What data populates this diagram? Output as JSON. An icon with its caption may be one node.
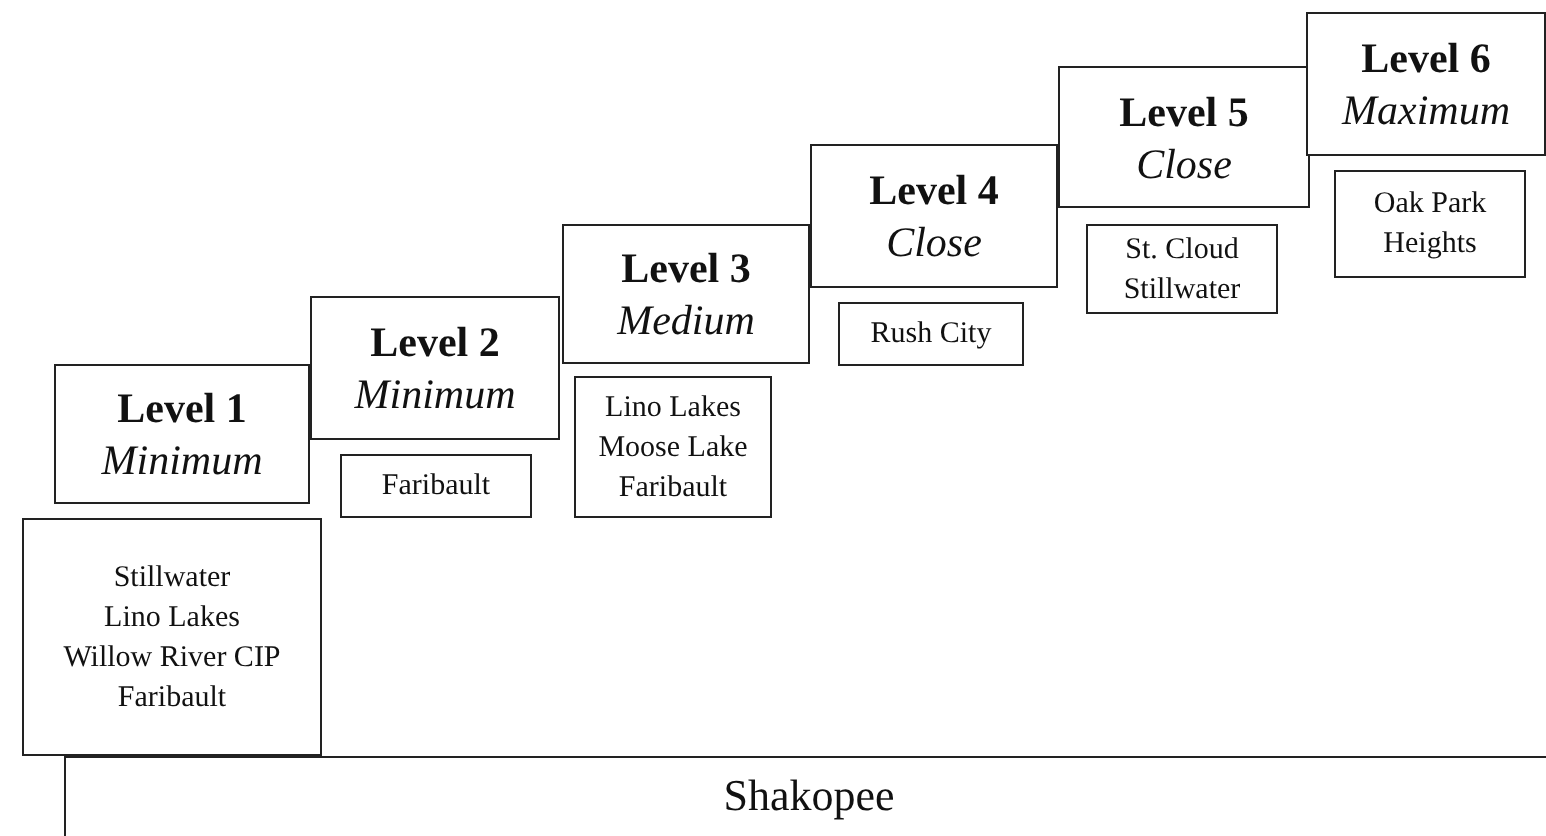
{
  "diagram": {
    "nodes": [
      {
        "text": [
          "Level 1",
          "Minimum"
        ]
      },
      {
        "text": [
          "Stillwater",
          "Lino Lakes",
          "Willow River CIP",
          "Faribault"
        ]
      },
      {
        "text": [
          "Level 2",
          "Minimum"
        ]
      },
      {
        "text": [
          "Faribault"
        ]
      },
      {
        "text": [
          "Level 3",
          "Medium"
        ]
      },
      {
        "text": [
          "Lino Lakes",
          "Moose Lake",
          "Faribault"
        ]
      },
      {
        "text": [
          "Level 4",
          "Close"
        ]
      },
      {
        "text": [
          "Rush City"
        ]
      },
      {
        "text": [
          "Level 5",
          "Close"
        ]
      },
      {
        "text": [
          "St. Cloud",
          "Stillwater"
        ]
      },
      {
        "text": [
          "Level 6",
          "Maximum"
        ]
      },
      {
        "text": [
          "Oak Park",
          "Heights"
        ]
      },
      {
        "text": [
          "Shakopee"
        ]
      }
    ]
  }
}
